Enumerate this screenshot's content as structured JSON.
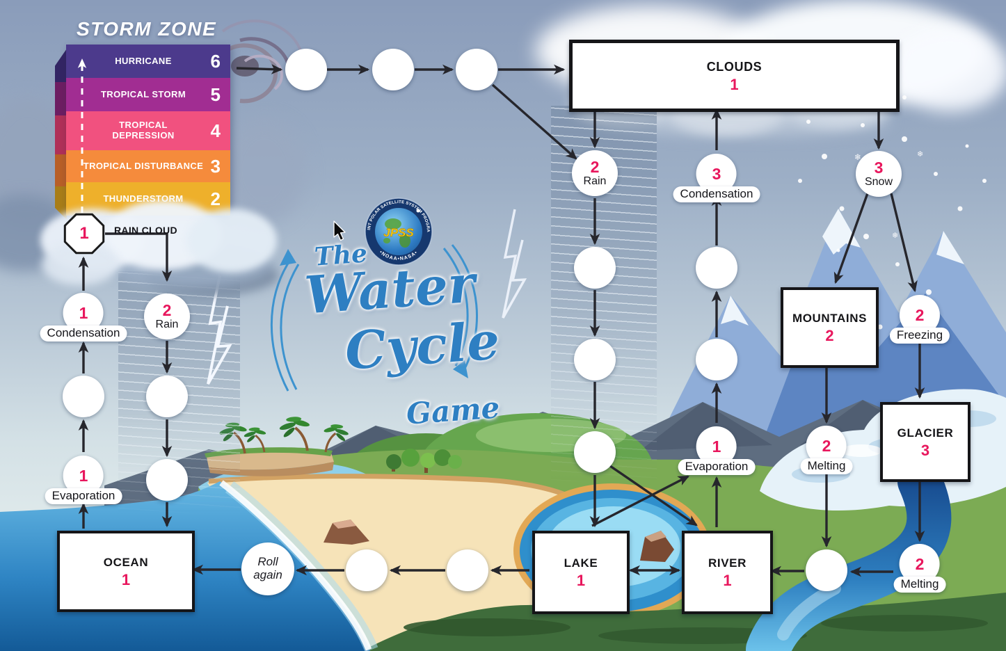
{
  "accent": "#e8175d",
  "title": {
    "the": "The",
    "water": "Water",
    "cycle": "Cycle",
    "game": "Game"
  },
  "logo": {
    "acronym": "JPSS",
    "ring_top": "JOINT POLAR SATELLITE SYSTEM PROGRAM",
    "ring_bottom": "•NOAA•NASA•"
  },
  "storm_zone": {
    "title": "STORM ZONE",
    "levels": [
      {
        "label": "HURRICANE",
        "value": "6",
        "color": "#4c3a8c"
      },
      {
        "label": "TROPICAL STORM",
        "value": "5",
        "color": "#a12d92"
      },
      {
        "label": "TROPICAL DEPRESSION",
        "value": "4",
        "color": "#f1517f"
      },
      {
        "label": "TROPICAL DISTURBANCE",
        "value": "3",
        "color": "#f58b3c"
      },
      {
        "label": "THUNDERSTORM",
        "value": "2",
        "color": "#eeb02b"
      }
    ]
  },
  "rain_cloud_space": {
    "value": "1",
    "label": "RAIN CLOUD"
  },
  "spaces": {
    "clouds": {
      "name": "CLOUDS",
      "value": "1"
    },
    "ocean": {
      "name": "OCEAN",
      "value": "1"
    },
    "lake": {
      "name": "LAKE",
      "value": "1"
    },
    "river": {
      "name": "RIVER",
      "value": "1"
    },
    "mountains": {
      "name": "MOUNTAINS",
      "value": "2"
    },
    "glacier": {
      "name": "GLACIER",
      "value": "3"
    }
  },
  "nodes": {
    "condensation_ocean": {
      "value": "1",
      "label": "Condensation"
    },
    "evaporation_ocean": {
      "value": "1",
      "label": "Evaporation"
    },
    "rain_storm": {
      "value": "2",
      "label": "Rain"
    },
    "rain_clouds": {
      "value": "2",
      "label": "Rain"
    },
    "condensation_clouds": {
      "value": "3",
      "label": "Condensation"
    },
    "snow": {
      "value": "3",
      "label": "Snow"
    },
    "freezing": {
      "value": "2",
      "label": "Freezing"
    },
    "melting_mountains": {
      "value": "2",
      "label": "Melting"
    },
    "melting_glacier": {
      "value": "2",
      "label": "Melting"
    },
    "evaporation_lake": {
      "value": "1",
      "label": "Evaporation"
    },
    "roll_again": {
      "label": "Roll again"
    }
  }
}
